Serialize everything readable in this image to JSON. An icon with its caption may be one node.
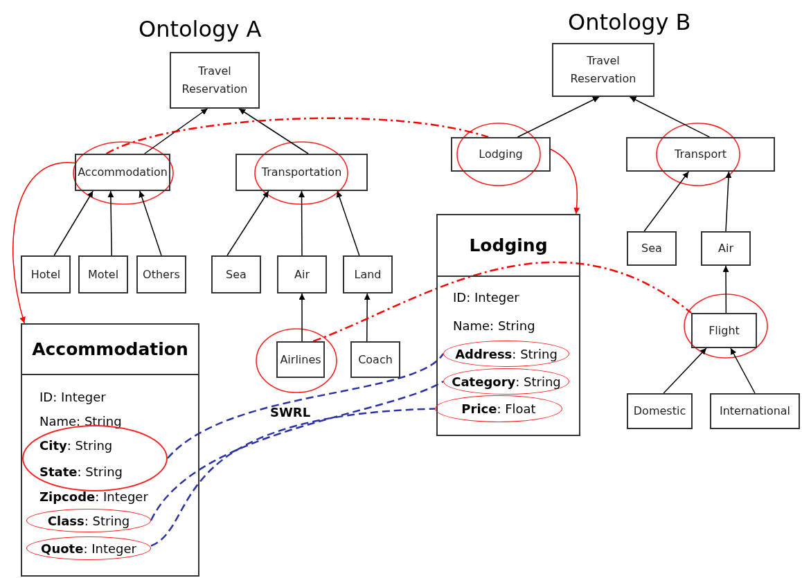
{
  "diagram": {
    "nodes": [
      {
        "text": [
          "Travel Reservation"
        ]
      },
      {
        "text": [
          "Accommodation"
        ]
      },
      {
        "text": [
          "Transportation"
        ]
      },
      {
        "text": [
          "Hotel"
        ]
      },
      {
        "text": [
          "Motel"
        ]
      },
      {
        "text": [
          "Others"
        ]
      },
      {
        "text": [
          "Sea"
        ]
      },
      {
        "text": [
          "Air"
        ]
      },
      {
        "text": [
          "Land"
        ]
      },
      {
        "text": [
          "Airlines"
        ]
      },
      {
        "text": [
          "Coach"
        ]
      },
      {
        "text": [
          "Travel Reservation"
        ]
      },
      {
        "text": [
          "Lodging"
        ]
      },
      {
        "text": [
          "Transport"
        ]
      },
      {
        "text": [
          "Sea"
        ]
      },
      {
        "text": [
          "Air"
        ]
      },
      {
        "text": [
          "Flight"
        ]
      },
      {
        "text": [
          "Domestic"
        ]
      },
      {
        "text": [
          "International"
        ]
      },
      {
        "text": [
          "Accommodation"
        ]
      },
      {
        "text": [
          "ID: Integer"
        ],
        "in": 19
      },
      {
        "text": [
          "Name: String"
        ],
        "in": 19
      },
      {
        "text": [],
        "shape": "ellipse",
        "in": 19
      },
      {
        "text": [
          "**City**: String"
        ],
        "in": 22
      },
      {
        "text": [
          "**State**: String"
        ],
        "in": 22
      },
      {
        "text": [
          "**Zipcode**: Integer"
        ],
        "in": 19
      },
      {
        "text": [
          "**Class**: String"
        ],
        "in": 19
      },
      {
        "text": [
          "**Quote**: Integer"
        ],
        "in": 19
      },
      {
        "text": [
          "Lodging"
        ]
      },
      {
        "text": [
          "ID: Integer"
        ],
        "in": 28
      },
      {
        "text": [
          "Name: String"
        ],
        "in": 28
      },
      {
        "text": [
          "**Address**: String"
        ],
        "in": 28
      },
      {
        "text": [
          "**Category**: String"
        ],
        "in": 28
      },
      {
        "text": [
          "**Price**: Float"
        ],
        "in": 28
      }
    ],
    "edges": [
      {
        "from": 1,
        "to": 0,
        "arrow": "to"
      },
      {
        "from": 2,
        "to": 0,
        "arrow": "to"
      },
      {
        "from": 3,
        "to": 1,
        "arrow": "to"
      },
      {
        "from": 4,
        "to": 1,
        "arrow": "to"
      },
      {
        "from": 5,
        "to": 1,
        "arrow": "to"
      },
      {
        "from": 6,
        "to": 2,
        "arrow": "to"
      },
      {
        "from": 7,
        "to": 2,
        "arrow": "to"
      },
      {
        "from": 8,
        "to": 2,
        "arrow": "to"
      },
      {
        "from": 9,
        "to": 7,
        "arrow": "to"
      },
      {
        "from": 10,
        "to": 8,
        "arrow": "to"
      },
      {
        "from": 12,
        "to": 11,
        "arrow": "to"
      },
      {
        "from": 13,
        "to": 11,
        "arrow": "to"
      },
      {
        "from": 14,
        "to": 13,
        "arrow": "to"
      },
      {
        "from": 15,
        "to": 13,
        "arrow": "to"
      },
      {
        "from": 16,
        "to": 15,
        "arrow": "to"
      },
      {
        "from": 17,
        "to": 16,
        "arrow": "to"
      },
      {
        "from": 18,
        "to": 16,
        "arrow": "to"
      },
      {
        "from": 1,
        "to": 12,
        "arrow": "none",
        "style": "dashed",
        "color": "#ff0000"
      },
      {
        "from": 9,
        "to": 16,
        "arrow": "none",
        "style": "dashed",
        "color": "#ff0000"
      },
      {
        "from": 1,
        "to": 19,
        "arrow": "to",
        "color": "#ff0000"
      },
      {
        "from": 12,
        "to": 28,
        "arrow": "to",
        "color": "#ff0000"
      },
      {
        "from": 22,
        "to": 31,
        "arrow": "none",
        "style": "dashed",
        "color": "#2b32a8"
      },
      {
        "from": 26,
        "to": 32,
        "arrow": "none",
        "style": "dashed",
        "color": "#2b32a8"
      },
      {
        "from": 27,
        "to": 33,
        "arrow": "none",
        "style": "dashed",
        "color": "#2b32a8"
      }
    ],
    "labels": [
      "Ontology A",
      "Ontology B",
      "SWRL"
    ]
  }
}
